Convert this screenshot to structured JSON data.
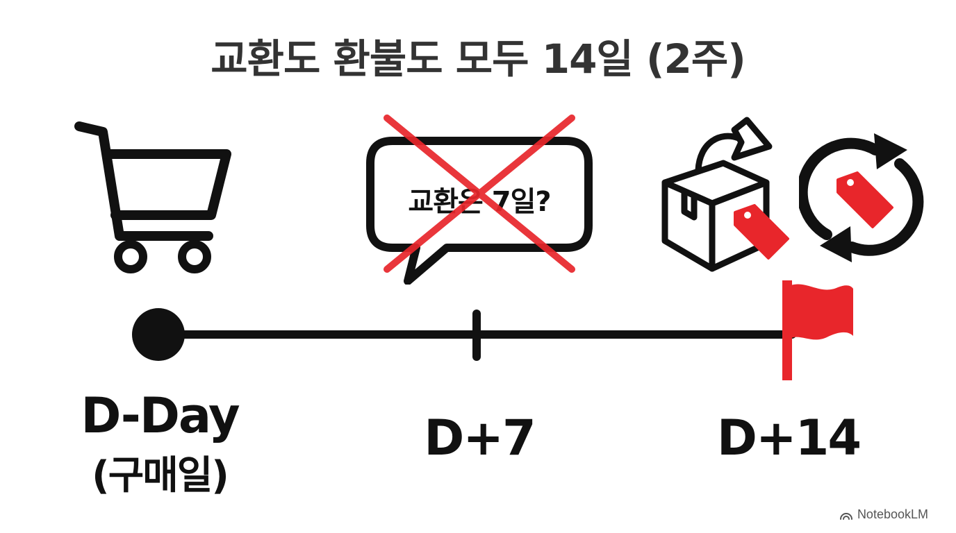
{
  "title": "교환도 환불도 모두 14일 (2주)",
  "bubble_text": "교환은 7일?",
  "timeline": {
    "start_label": "D-Day",
    "start_sub_label": "(구매일)",
    "mid_label": "D+7",
    "end_label": "D+14"
  },
  "watermark": "NotebookLM",
  "colors": {
    "title": "#333333",
    "line": "#111111",
    "accent_red": "#e8262b"
  },
  "icons": [
    "shopping-cart-icon",
    "speech-bubble-icon",
    "cross-out-icon",
    "box-return-icon",
    "price-tag-icon",
    "refresh-cycle-icon",
    "red-flag-icon",
    "notebooklm-logo-icon"
  ]
}
